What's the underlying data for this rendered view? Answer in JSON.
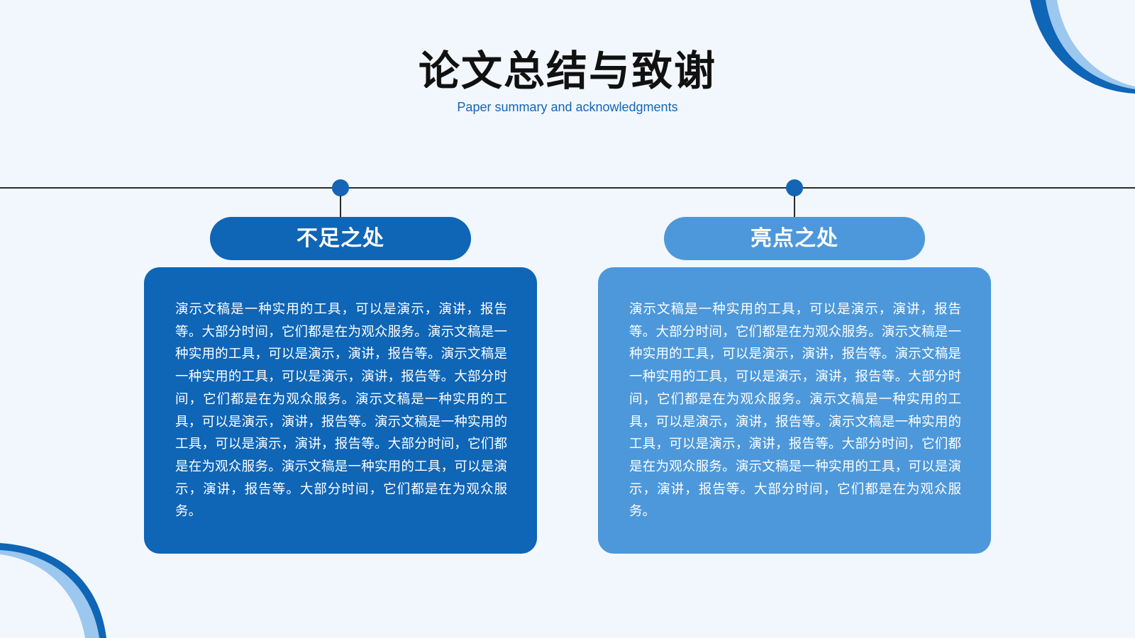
{
  "header": {
    "title": "论文总结与致谢",
    "subtitle": "Paper summary and acknowledgments"
  },
  "colors": {
    "background": "#f2f7fd",
    "primary_blue": "#0f65b6",
    "light_blue": "#4d98da",
    "pale_blue": "#9cc7ef",
    "title_text": "#111111"
  },
  "sections": [
    {
      "heading": "不足之处",
      "body": "演示文稿是一种实用的工具，可以是演示，演讲，报告等。大部分时间，它们都是在为观众服务。演示文稿是一种实用的工具，可以是演示，演讲，报告等。演示文稿是一种实用的工具，可以是演示，演讲，报告等。大部分时间，它们都是在为观众服务。演示文稿是一种实用的工具，可以是演示，演讲，报告等。演示文稿是一种实用的工具，可以是演示，演讲，报告等。大部分时间，它们都是在为观众服务。演示文稿是一种实用的工具，可以是演示，演讲，报告等。大部分时间，它们都是在为观众服务。"
    },
    {
      "heading": "亮点之处",
      "body": "演示文稿是一种实用的工具，可以是演示，演讲，报告等。大部分时间，它们都是在为观众服务。演示文稿是一种实用的工具，可以是演示，演讲，报告等。演示文稿是一种实用的工具，可以是演示，演讲，报告等。大部分时间，它们都是在为观众服务。演示文稿是一种实用的工具，可以是演示，演讲，报告等。演示文稿是一种实用的工具，可以是演示，演讲，报告等。大部分时间，它们都是在为观众服务。演示文稿是一种实用的工具，可以是演示，演讲，报告等。大部分时间，它们都是在为观众服务。"
    }
  ]
}
